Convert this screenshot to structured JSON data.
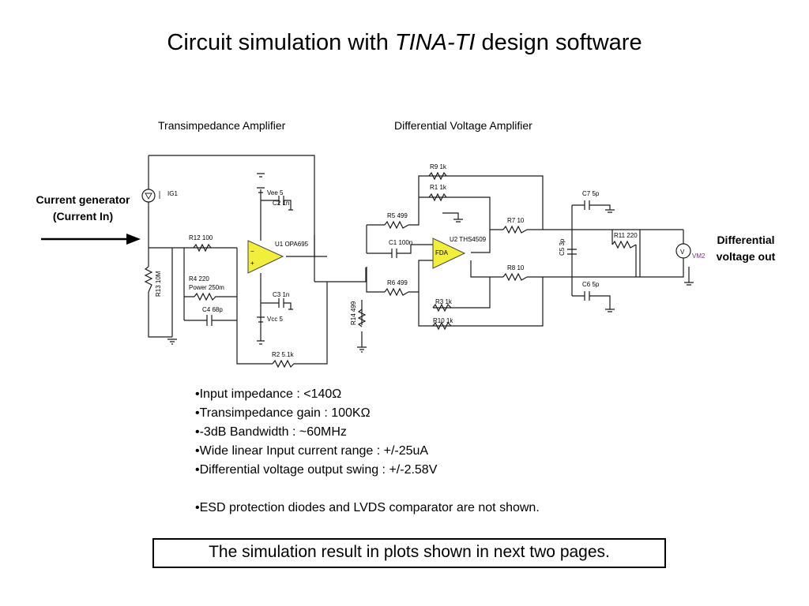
{
  "slide": {
    "title_pre": "Circuit simulation with ",
    "title_it": "TINA-TI",
    "title_post": " design software",
    "section_left": "Transimpedance Amplifier",
    "section_right": "Differential Voltage Amplifier",
    "input_label_1": "Current generator",
    "input_label_2": "(Current In)",
    "output_label_1": "Differential",
    "output_label_2": "voltage out",
    "bullets": [
      "•Input impedance : <140Ω",
      "•Transimpedance gain : 100KΩ",
      "•-3dB Bandwidth : ~60MHz",
      "•Wide linear Input current range : +/-25uA",
      "•Differential voltage output swing : +/-2.58V"
    ],
    "bullet_extra": "•ESD protection diodes and LVDS comparator are not shown.",
    "note": "The  simulation result in plots shown in next two pages."
  },
  "schematic": {
    "ig1": "IG1",
    "vee": "Vee 5",
    "vcc": "Vcc 5",
    "c2": "C2 1n",
    "c3": "C3 1n",
    "c4": "C4 68p",
    "r12": "R12 100",
    "r13": "R13 10M",
    "r4a": "R4 220",
    "r4b": "Power 250m",
    "r2": "R2 5.1k",
    "u1": "U1 OPA695",
    "r9": "R9 1k",
    "r1": "R1 1k",
    "r5": "R5 499",
    "c1": "C1 100n",
    "u2": "U2 THS4509",
    "fda": "FDA",
    "r6": "R6 499",
    "r14": "R14 499",
    "r3": "R3 1k",
    "r10": "R10 1k",
    "r7": "R7 10",
    "r8": "R8 10",
    "c7": "C7 5p",
    "c5": "C5 3p",
    "c6": "C6 5p",
    "r11": "R11 220",
    "vm": "VM2",
    "v": "V",
    "plus": "+",
    "minus": "−"
  }
}
